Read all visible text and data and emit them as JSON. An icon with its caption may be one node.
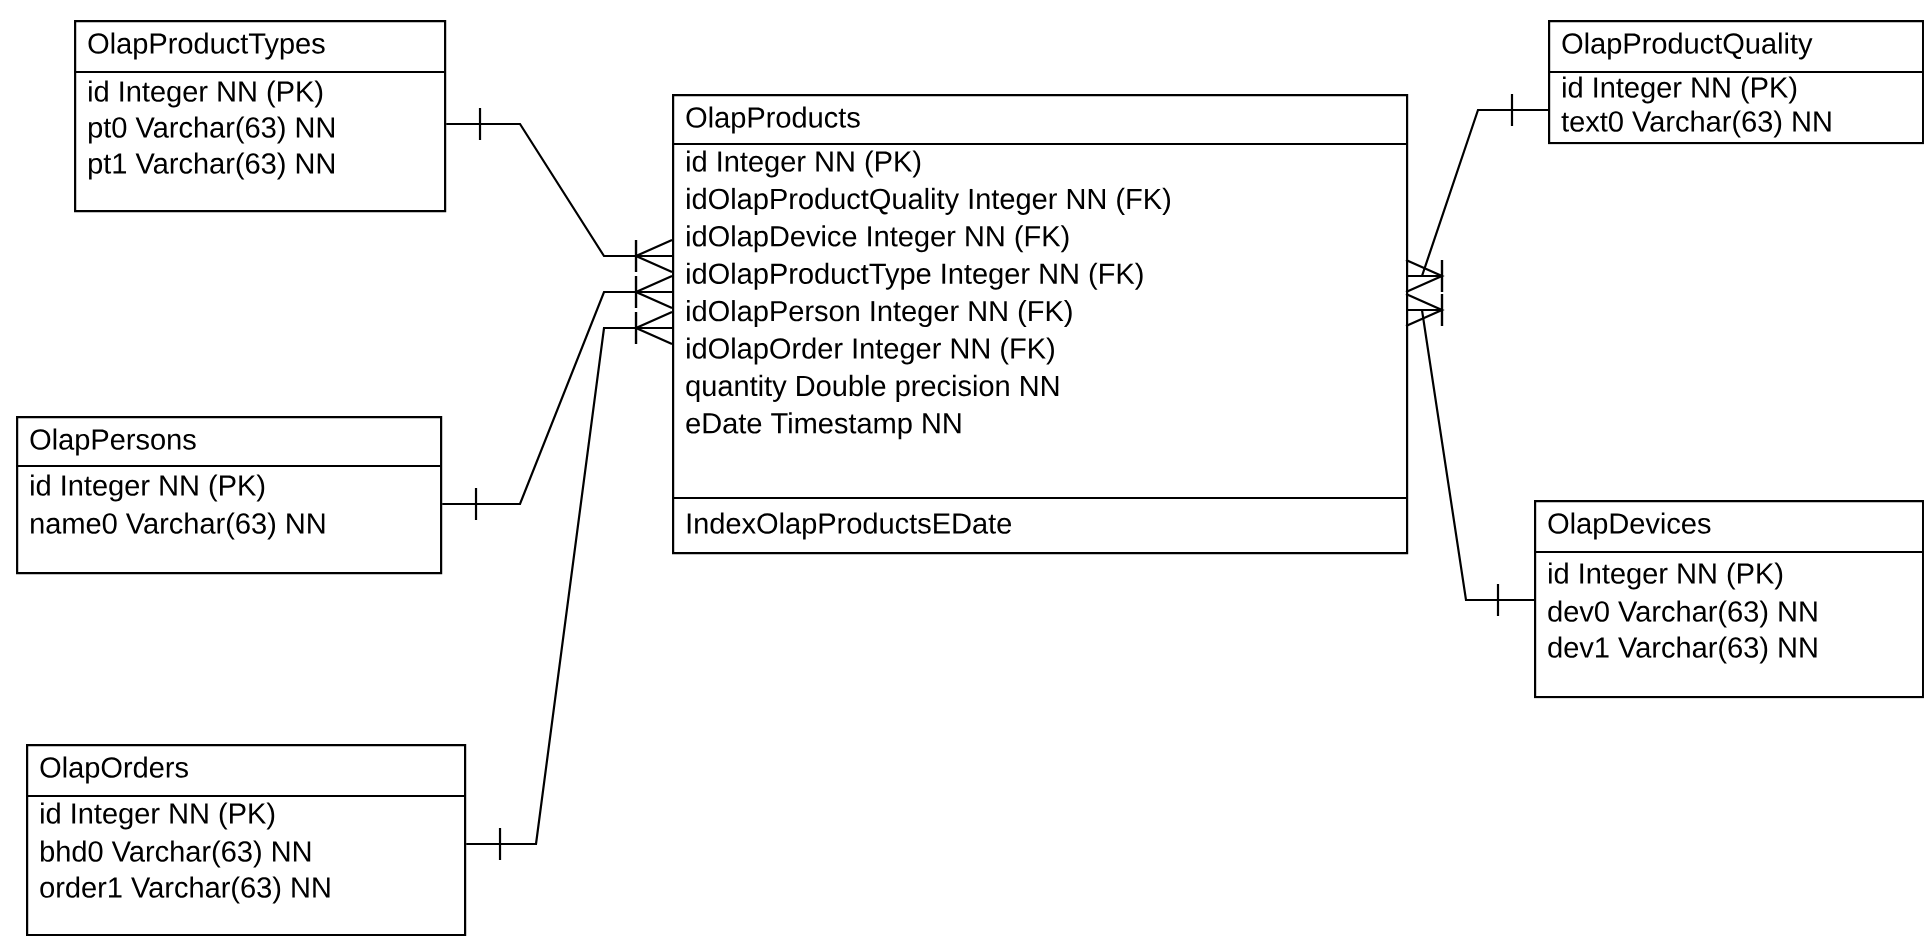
{
  "diagram": {
    "nodes": [
      {
        "text": [
          "OlapProductTypes",
          "id Integer NN (PK)",
          "pt0 Varchar(63) NN",
          "pt1 Varchar(63) NN"
        ]
      },
      {
        "text": [
          "OlapProducts",
          "id Integer NN (PK)",
          "idOlapProductQuality Integer NN (FK)",
          "idOlapDevice Integer NN (FK)",
          "idOlapProductType Integer NN (FK)",
          "idOlapPerson Integer NN (FK)",
          "idOlapOrder Integer NN (FK)",
          "quantity Double precision NN",
          "eDate Timestamp NN",
          "IndexOlapProductsEDate"
        ]
      },
      {
        "text": [
          "OlapProductQuality",
          "id Integer NN (PK)",
          "text0 Varchar(63) NN"
        ]
      },
      {
        "text": [
          "OlapPersons",
          "id Integer NN (PK)",
          "name0 Varchar(63) NN"
        ]
      },
      {
        "text": [
          "OlapDevices",
          "id Integer NN (PK)",
          "dev0 Varchar(63) NN",
          "dev1 Varchar(63) NN"
        ]
      },
      {
        "text": [
          "OlapOrders",
          "id Integer NN (PK)",
          "bhd0 Varchar(63) NN",
          "order1 Varchar(63) NN"
        ]
      }
    ],
    "edges": [
      {
        "from": 0,
        "to": 1,
        "arrow": "other"
      },
      {
        "from": 3,
        "to": 1,
        "arrow": "other"
      },
      {
        "from": 5,
        "to": 1,
        "arrow": "other"
      },
      {
        "from": 2,
        "to": 1,
        "arrow": "other"
      },
      {
        "from": 4,
        "to": 1,
        "arrow": "other"
      }
    ]
  }
}
